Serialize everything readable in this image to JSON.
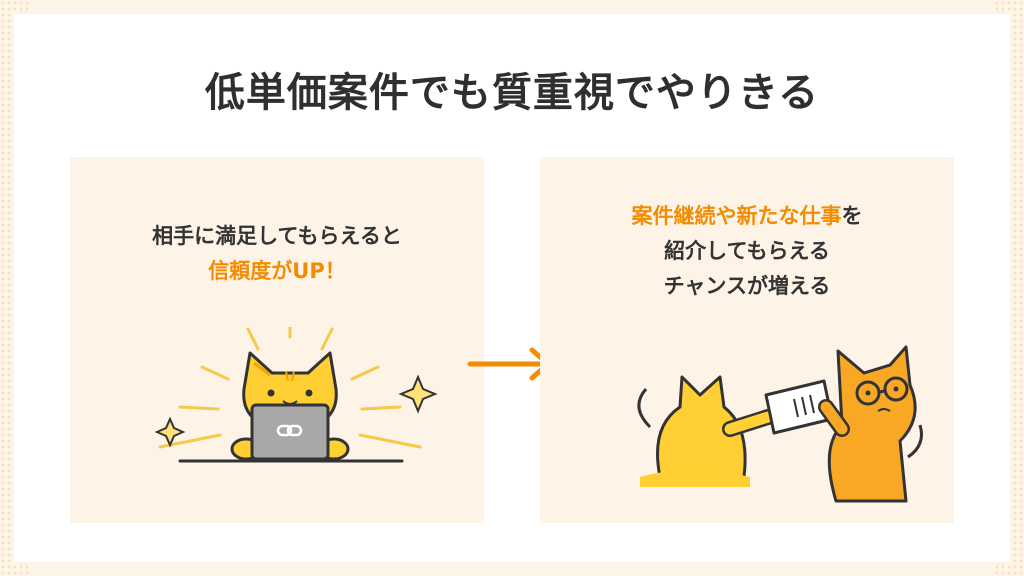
{
  "title": "低単価案件でも質重視でやりきる",
  "left_panel": {
    "line1": "相手に満足してもらえると",
    "line2_highlight": "信頼度がUP！"
  },
  "right_panel": {
    "line1_highlight": "案件継続や新たな仕事",
    "line1_tail": "を",
    "line2": "紹介してもらえる",
    "line3": "チャンスが増える"
  },
  "colors": {
    "accent": "#f28c00",
    "panel_bg": "#fdf3e7",
    "cat_yellow": "#ffcf33",
    "cat_orange": "#f9a825"
  },
  "icons": {
    "arrow": "arrow-right-icon",
    "laptop_logo": "link-icon"
  }
}
